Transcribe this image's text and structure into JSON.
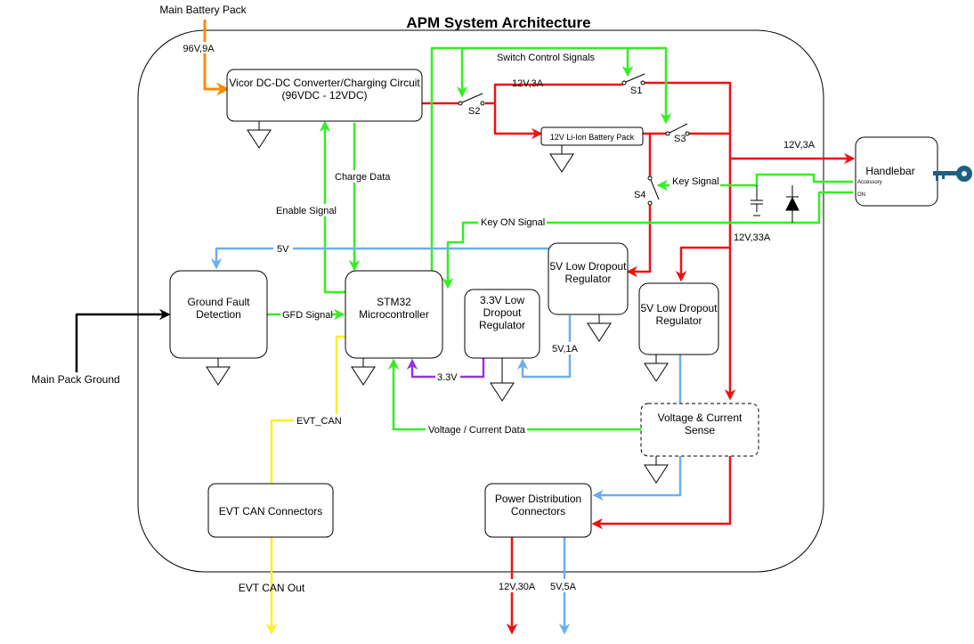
{
  "title": "APM System Architecture",
  "colors": {
    "power_12v": "#ee1111",
    "signal": "#33ee22",
    "power_5v": "#6ab0ee",
    "power_3v3": "#9933dd",
    "can": "#ffee22",
    "battery": "#ff8800",
    "ground": "#000000",
    "key_icon": "#1f5f80"
  },
  "external": {
    "main_battery_pack": "Main Battery Pack",
    "battery_rating": "96V,9A",
    "main_pack_ground": "Main Pack Ground",
    "evt_can_out": "EVT CAN Out",
    "out_12v": "12V,30A",
    "out_5v": "5V,5A"
  },
  "blocks": {
    "vicor": [
      "Vicor DC-DC Converter/Charging Circuit",
      "(96VDC - 12VDC)"
    ],
    "li_ion": [
      "12V Li-Ion Battery Pack"
    ],
    "handlebar": [
      "Handlebar"
    ],
    "handlebar_accessory": "Accessory",
    "handlebar_on": "ON",
    "gfd": [
      "Ground Fault",
      "Detection"
    ],
    "stm32": [
      "STM32",
      "Microcontroller"
    ],
    "ldo_3v3": [
      "3.3V Low",
      "Dropout",
      "Regulator"
    ],
    "ldo_5v_a": [
      "5V Low Dropout",
      "Regulator"
    ],
    "ldo_5v_b": [
      "5V Low Dropout",
      "Regulator"
    ],
    "vcs": [
      "Voltage & Current",
      "Sense"
    ],
    "can_conn": [
      "EVT CAN Connectors"
    ],
    "pdc": [
      "Power Distribution",
      "Connectors"
    ]
  },
  "switches": {
    "s1": "S1",
    "s2": "S2",
    "s3": "S3",
    "s4": "S4"
  },
  "labels": {
    "switch_control": "Switch Control Signals",
    "v12_3a_top": "12V,3A",
    "v12_3a_handlebar": "12V,3A",
    "v12_33a": "12V,33A",
    "key_signal": "Key Signal",
    "key_on_signal": "Key ON Signal",
    "charge_data": "Charge Data",
    "enable_signal": "Enable Signal",
    "v5": "5V",
    "gfd_signal": "GFD Signal",
    "v3_3": "3.3V",
    "v5_1a": "5V,1A",
    "evt_can": "EVT_CAN",
    "voltage_current_data": "Voltage / Current Data"
  }
}
